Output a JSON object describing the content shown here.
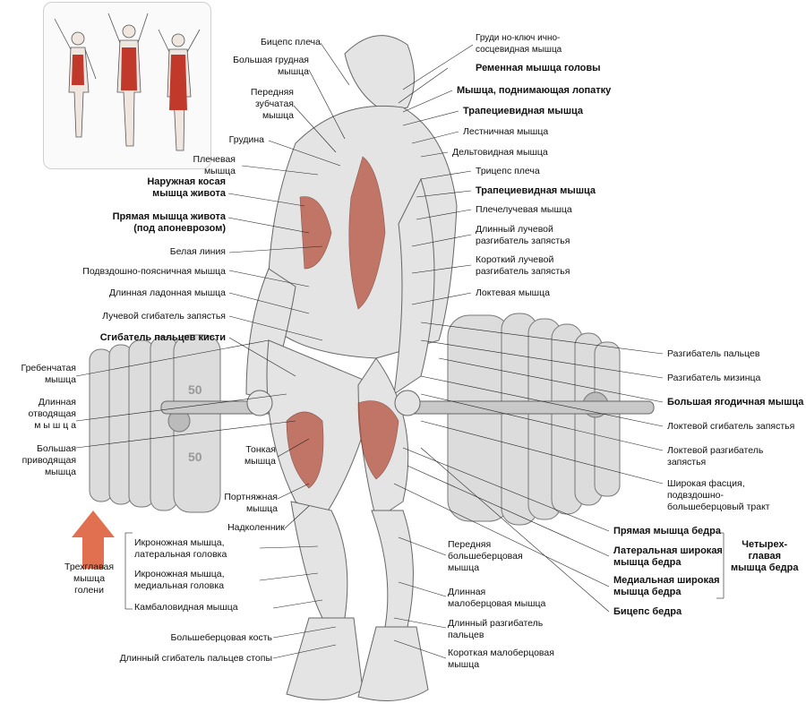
{
  "plate_marking": "50",
  "labels": {
    "biceps": "Бицепс плеча",
    "pec_major": "Большая грудная\nмышца",
    "serratus": "Передняя\nзубчатая\nмышца",
    "sternum": "Грудина",
    "brachialis": "Плечевая\nмышца",
    "ext_oblique": "Наружная косая\nмышца живота",
    "rectus_abd": "Прямая мышца живота\n(под апоневрозом)",
    "linea_alba": "Белая линия",
    "iliopsoas": "Подвздошно-поясничная мышца",
    "palmaris": "Длинная ладонная мышца",
    "fcr": "Лучевой сгибатель запястья",
    "flex_digitorum": "Сгибатель пальцев кисти",
    "pectineus": "Гребенчатая\nмышца",
    "add_longus": "Длинная\nотводящая\nм ы ш ц а",
    "add_magnus": "Большая\nприводящая\nмышца",
    "gracilis": "Тонкая\nмышца",
    "sartorius": "Портняжная\nмышца",
    "patella": "Надколенник",
    "gastro_lat": "Икроножная мышца,\nлатеральная головка",
    "gastro_med": "Икроножная мышца,\nмедиальная головка",
    "soleus": "Камбаловидная мышца",
    "triceps_surae": "Трехглавая\nмышца\nголени",
    "tibia": "Большеберцовая кость",
    "fdl": "Длинный сгибатель пальцев стопы",
    "scm": "Груди но-ключ ично-\nсосцевидная мышца",
    "splenius": "Ременная мышца головы",
    "levator": "Мышца, поднимающая лопатку",
    "trapezius1": "Трапециевидная мышца",
    "scalene": "Лестничная мышца",
    "deltoid": "Дельтовидная мышца",
    "triceps": "Трицепс плеча",
    "trapezius2": "Трапециевидная мышца",
    "brachioradialis": "Плечелучевая  мышца",
    "ecrl": "Длинный лучевой\nразгибатель запястья",
    "ecrb": "Короткий лучевой\nразгибатель запястья",
    "anconeus": "Локтевая мышца",
    "ext_digitorum": "Разгибатель пальцев",
    "ext_digiti_min": "Разгибатель мизинца",
    "glute_max": "Большая ягодичная мышца",
    "fcu": "Локтевой сгибатель запястья",
    "ecu": "Локтевой разгибатель\nзапястья",
    "it_band": "Широкая фасция,\nподвздошно-\nбольшеберцовый тракт",
    "rectus_fem": "Прямая мышца бедра",
    "vastus_lat": "Латеральная широкая\nмышца бедра",
    "vastus_med": "Медиальная широкая\nмышца бедра",
    "biceps_fem": "Бицепс бедра",
    "quadriceps": "Четырех-\nглавая\nмышца бедра",
    "tib_ant": "Передняя\nбольшеберцовая\nмышца",
    "per_longus": "Длинная\nмалоберцовая мышца",
    "ext_dig_longus": "Длинный разгибатель\nпальцев",
    "per_brevis": "Короткая малоберцовая\nмышца"
  },
  "colors": {
    "muscle_highlight": "#b5513c",
    "arrow": "#e07050",
    "plate": "#dcdcdc"
  }
}
